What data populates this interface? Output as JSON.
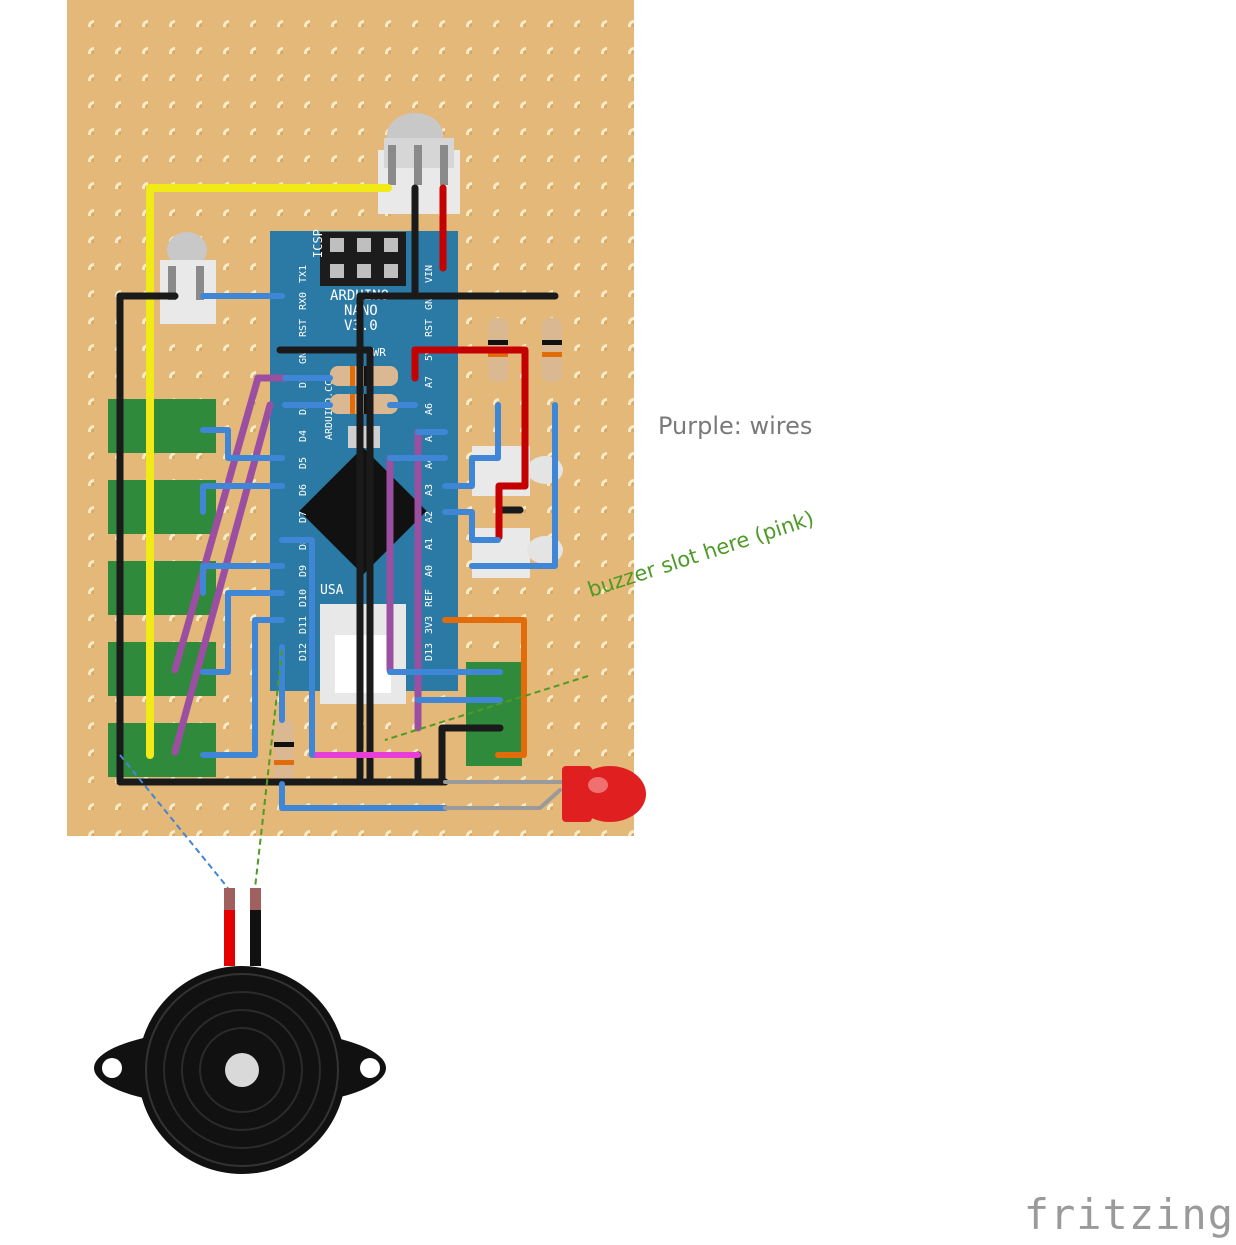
{
  "annotations": {
    "legend_text": "Purple: wires",
    "buzzer_hint": "buzzer slot here (pink)"
  },
  "board": {
    "nano_labels": {
      "icsp": "ICSP",
      "title1": "ARDUINO",
      "title2": "NANO",
      "title3": "V3.0",
      "pwr": "PWR",
      "usa": "USA",
      "ardu": "ARDUINO.CC",
      "left_pins": [
        "TX1",
        "RX0",
        "RST",
        "GND",
        "D2",
        "D3",
        "D4",
        "D5",
        "D6",
        "D7",
        "D8",
        "D9",
        "D10",
        "D11",
        "D12"
      ],
      "right_pins": [
        "VIN",
        "GND",
        "RST",
        "5V",
        "A7",
        "A6",
        "A5",
        "A4",
        "A3",
        "A2",
        "A1",
        "A0",
        "REF",
        "3V3",
        "D13"
      ]
    }
  },
  "colors": {
    "board": "#e3b878",
    "hole": "#f7ebc8",
    "nano": "#2b7aa5",
    "wire_blue": "#3f86d6",
    "wire_black": "#1a1a1a",
    "wire_red": "#c40000",
    "wire_yellow": "#f2ea17",
    "wire_purple": "#9b4fa0",
    "wire_orange": "#e36c0a",
    "wire_pink": "#e83ed8",
    "terminal": "#2f8a3c",
    "led": "#e02020"
  },
  "logo": "fritzing"
}
